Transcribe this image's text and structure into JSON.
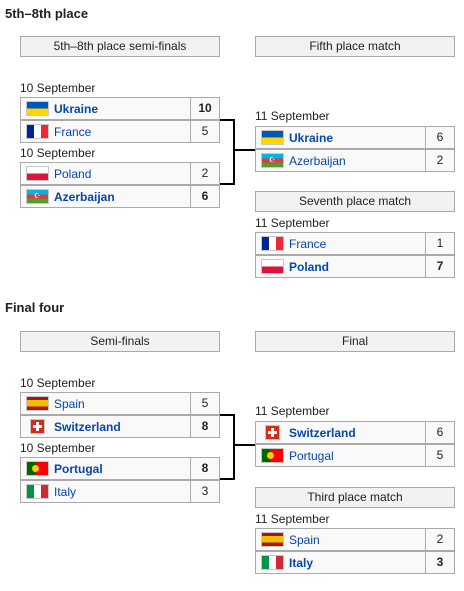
{
  "placement": {
    "title": "5th–8th place",
    "semis_header": "5th–8th place semi-finals",
    "fifth_header": "Fifth place match",
    "seventh_header": "Seventh place match",
    "semi1": {
      "date": "10 September",
      "team1": {
        "name": "Ukraine",
        "score": "10",
        "flag": "ukraine-flag-icon"
      },
      "team2": {
        "name": "France",
        "score": "5",
        "flag": "france-flag-icon"
      }
    },
    "semi2": {
      "date": "10 September",
      "team1": {
        "name": "Poland",
        "score": "2",
        "flag": "poland-flag-icon"
      },
      "team2": {
        "name": "Azerbaijan",
        "score": "6",
        "flag": "azerbaijan-flag-icon"
      }
    },
    "fifth": {
      "date": "11 September",
      "team1": {
        "name": "Ukraine",
        "score": "6",
        "flag": "ukraine-flag-icon"
      },
      "team2": {
        "name": "Azerbaijan",
        "score": "2",
        "flag": "azerbaijan-flag-icon"
      }
    },
    "seventh": {
      "date": "11 September",
      "team1": {
        "name": "France",
        "score": "1",
        "flag": "france-flag-icon"
      },
      "team2": {
        "name": "Poland",
        "score": "7",
        "flag": "poland-flag-icon"
      }
    }
  },
  "final_four": {
    "title": "Final four",
    "semis_header": "Semi-finals",
    "final_header": "Final",
    "third_header": "Third place match",
    "semi1": {
      "date": "10 September",
      "team1": {
        "name": "Spain",
        "score": "5",
        "flag": "spain-flag-icon"
      },
      "team2": {
        "name": "Switzerland",
        "score": "8",
        "flag": "switzerland-flag-icon"
      }
    },
    "semi2": {
      "date": "10 September",
      "team1": {
        "name": "Portugal",
        "score": "8",
        "flag": "portugal-flag-icon"
      },
      "team2": {
        "name": "Italy",
        "score": "3",
        "flag": "italy-flag-icon"
      }
    },
    "final": {
      "date": "11 September",
      "team1": {
        "name": "Switzerland",
        "score": "6",
        "flag": "switzerland-flag-icon"
      },
      "team2": {
        "name": "Portugal",
        "score": "5",
        "flag": "portugal-flag-icon"
      }
    },
    "third": {
      "date": "11 September",
      "team1": {
        "name": "Spain",
        "score": "2",
        "flag": "spain-flag-icon"
      },
      "team2": {
        "name": "Italy",
        "score": "3",
        "flag": "italy-flag-icon"
      }
    }
  },
  "colors": {
    "link": "#0645ad",
    "header_bg": "#f2f2f2",
    "cell_bg": "#f9f9f9",
    "border": "#aaaaaa"
  }
}
